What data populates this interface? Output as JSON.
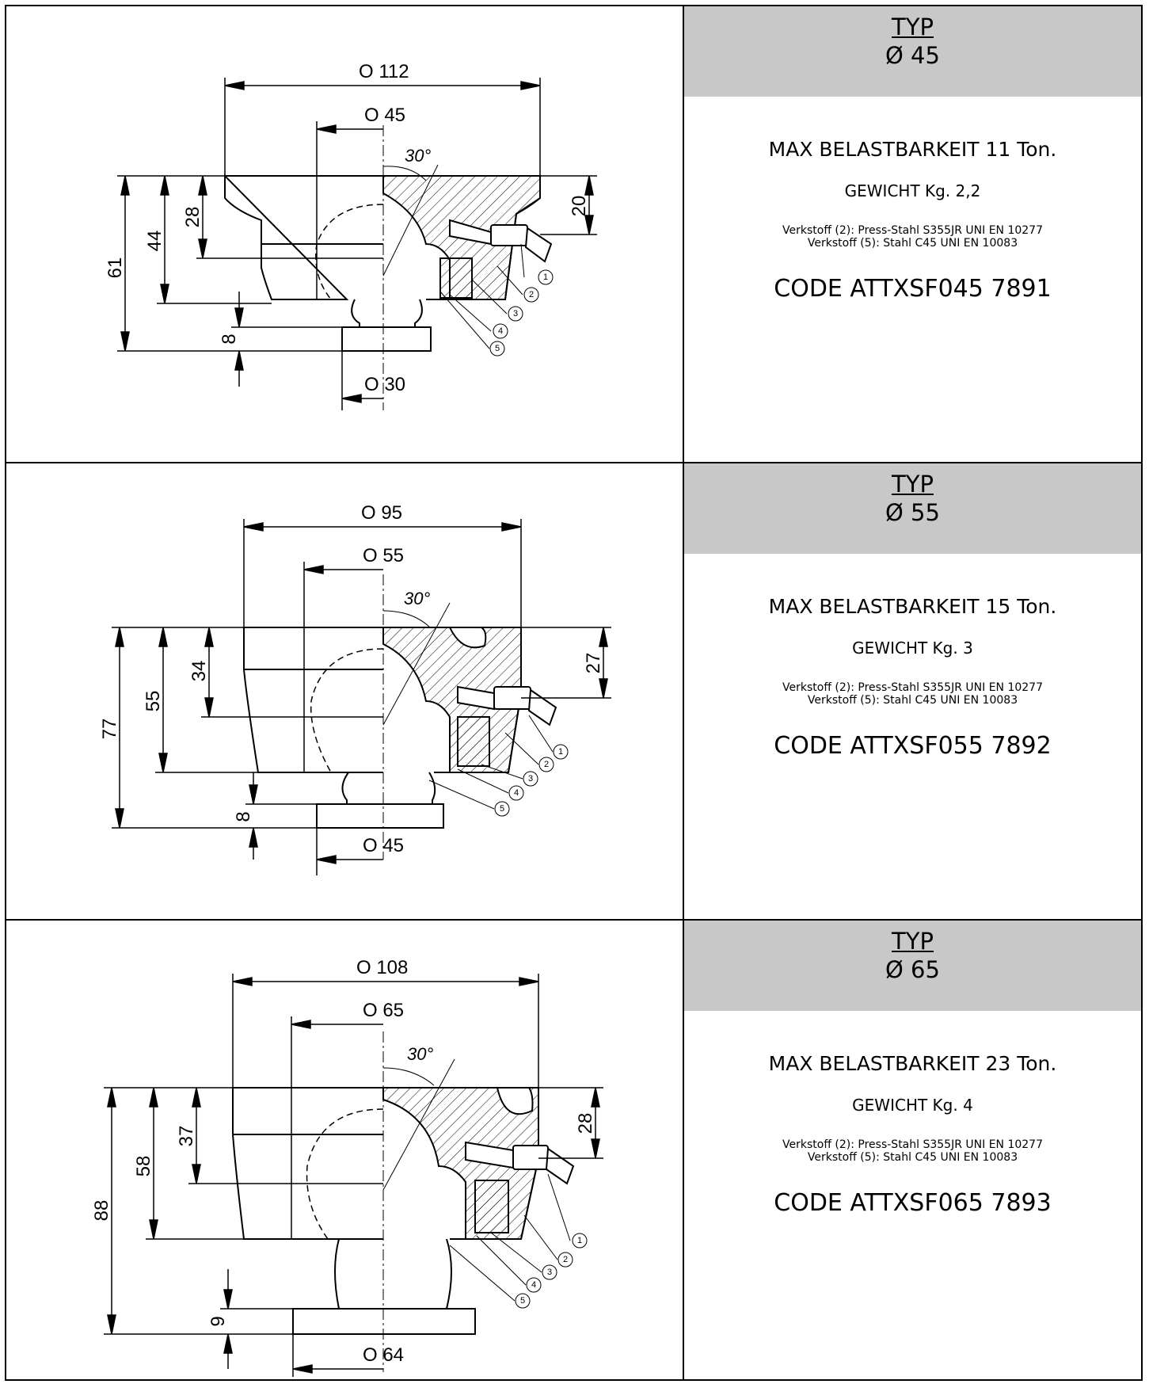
{
  "rows": [
    {
      "typ_label": "TYP",
      "typ_size": "Ø 45",
      "load": "MAX BELASTBARKEIT 11 Ton.",
      "weight": "GEWICHT  Kg. 2,2",
      "material_2": "Verkstoff (2): Press-Stahl S355JR UNI EN 10277",
      "material_5": "Verkstoff (5): Stahl C45 UNI EN 10083",
      "code": "CODE ATTXSF045   7891",
      "dims": {
        "d_outer": "O 112",
        "d_ball": "O 45",
        "d_base": "O 30",
        "angle": "30°",
        "h_total": "61",
        "h_body": "44",
        "h_center": "28",
        "h_nipple": "20",
        "h_base": "8"
      },
      "callouts": [
        "1",
        "2",
        "3",
        "4",
        "5"
      ]
    },
    {
      "typ_label": "TYP",
      "typ_size": "Ø 55",
      "load": "MAX BELASTBARKEIT 15 Ton.",
      "weight": "GEWICHT  Kg. 3",
      "material_2": "Verkstoff (2): Press-Stahl S355JR UNI EN 10277",
      "material_5": "Verkstoff (5): Stahl C45 UNI EN 10083",
      "code": "CODE ATTXSF055   7892",
      "dims": {
        "d_outer": "O 95",
        "d_ball": "O 55",
        "d_base": "O 45",
        "angle": "30°",
        "h_total": "77",
        "h_body": "55",
        "h_center": "34",
        "h_nipple": "27",
        "h_base": "8"
      },
      "callouts": [
        "1",
        "2",
        "3",
        "4",
        "5"
      ]
    },
    {
      "typ_label": "TYP",
      "typ_size": "Ø 65",
      "load": "MAX BELASTBARKEIT 23 Ton.",
      "weight": "GEWICHT  Kg. 4",
      "material_2": "Verkstoff (2): Press-Stahl S355JR UNI EN 10277",
      "material_5": "Verkstoff (5): Stahl C45 UNI EN 10083",
      "code": "CODE ATTXSF065  7893",
      "dims": {
        "d_outer": "O 108",
        "d_ball": "O 65",
        "d_base": "O 64",
        "angle": "30°",
        "h_total": "88",
        "h_body": "58",
        "h_center": "37",
        "h_nipple": "28",
        "h_base": "9"
      },
      "callouts": [
        "1",
        "2",
        "3",
        "4",
        "5"
      ]
    }
  ]
}
